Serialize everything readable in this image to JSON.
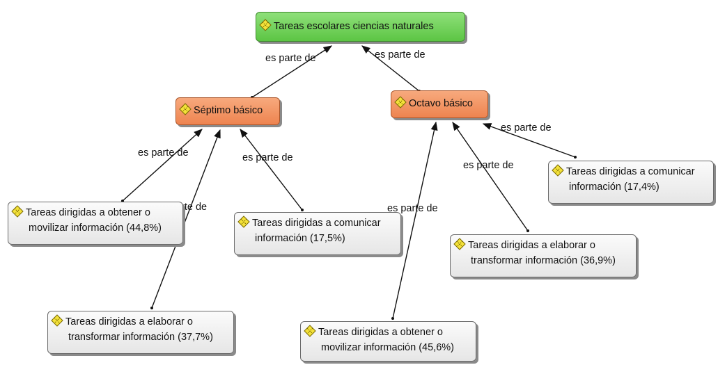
{
  "nodes": {
    "root": {
      "label": "Tareas escolares ciencias naturales"
    },
    "septimo": {
      "label": "Séptimo básico"
    },
    "octavo": {
      "label": "Octavo básico"
    },
    "s_obtener": {
      "line1": "Tareas dirigidas a obtener o",
      "line2": "movilizar información (44,8%)"
    },
    "s_elaborar": {
      "line1": "Tareas dirigidas a elaborar o",
      "line2": "transformar información (37,7%)"
    },
    "s_comunicar": {
      "line1": "Tareas dirigidas a comunicar",
      "line2": "información (17,5%)"
    },
    "o_obtener": {
      "line1": "Tareas dirigidas a obtener o",
      "line2": "movilizar información (45,6%)"
    },
    "o_elaborar": {
      "line1": "Tareas dirigidas a elaborar o",
      "line2": "transformar información (36,9%)"
    },
    "o_comunicar": {
      "line1": "Tareas dirigidas a comunicar",
      "line2": "información (17,4%)"
    }
  },
  "edge_labels": {
    "septimo_root": "es parte de",
    "octavo_root": "es parte de",
    "s_obtener": "es parte de",
    "s_elaborar_partial": "rte de",
    "s_comunicar": "es parte de",
    "o_obtener": "es parte de",
    "o_elaborar": "es parte de",
    "o_comunicar": "es parte de"
  },
  "colors": {
    "root_fill": "#6fd257",
    "level1_fill": "#f0905e",
    "leaf_fill": "#f0f0f0",
    "arrow": "#111111",
    "icon_yellow": "#f4e23a"
  },
  "icon_name": "code-quotation-icon"
}
